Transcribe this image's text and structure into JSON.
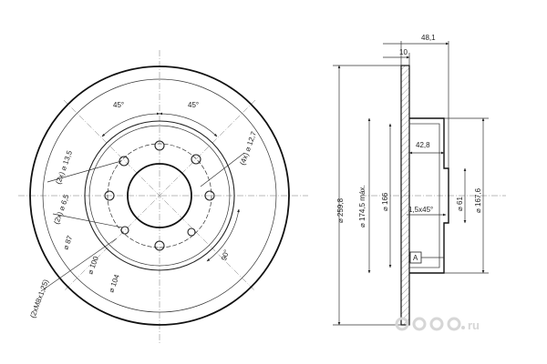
{
  "front_view": {
    "angle_left": "45°",
    "angle_right": "45°",
    "angle_bottom": "90°",
    "label_holes_a": "(2x) ⌀ 13,5",
    "label_holes_b": "(2x) ⌀ 6,5",
    "label_pcd": "⌀ 87",
    "label_hub": "⌀ 100",
    "label_inner": "⌀ 104",
    "label_thread": "(2xM8x1,25)",
    "label_right_holes": "(4x) ⌀ 12,7"
  },
  "side_view": {
    "width_total": "48,1",
    "thickness": "10",
    "offset": "42,8",
    "chamfer": "1,5x45°",
    "dia_outer": "⌀ 259,8",
    "dia_max": "⌀ 174,5 máx.",
    "dia_hat": "⌀ 166",
    "dia_bore": "⌀ 61",
    "dia_hat_outer": "⌀ 167,6",
    "datum": "A"
  },
  "watermark": "ru"
}
